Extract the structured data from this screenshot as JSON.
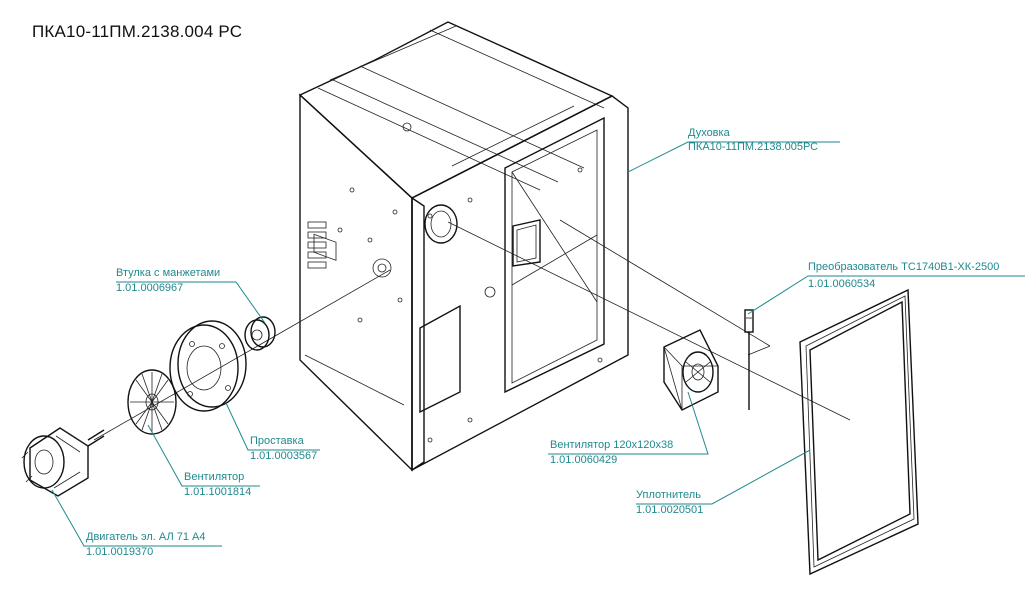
{
  "document": {
    "title": "ПКА10-11ПМ.2138.004 РС"
  },
  "callouts": [
    {
      "id": "oven",
      "name": "Духовка",
      "code": "ПКА10-11ПМ.2138.005РС"
    },
    {
      "id": "sensor",
      "name": "Преобразователь ТС1740В1-ХК-2500",
      "code": "1.01.0060534"
    },
    {
      "id": "bushing",
      "name": "Втулка с манжетами",
      "code": "1.01.0006967"
    },
    {
      "id": "spacer",
      "name": "Проставка",
      "code": "1.01.0003567"
    },
    {
      "id": "impeller",
      "name": "Вентилятор",
      "code": "1.01.1001814"
    },
    {
      "id": "motor",
      "name": "Двигатель эл. АЛ 71 А4",
      "code": "1.01.0019370"
    },
    {
      "id": "fan",
      "name": "Вентилятор 120x120x38",
      "code": "1.01.0060429"
    },
    {
      "id": "seal",
      "name": "Уплотнитель",
      "code": "1.01.0020501"
    }
  ],
  "colors": {
    "callout": "#1f8a8e",
    "line": "#111111"
  }
}
